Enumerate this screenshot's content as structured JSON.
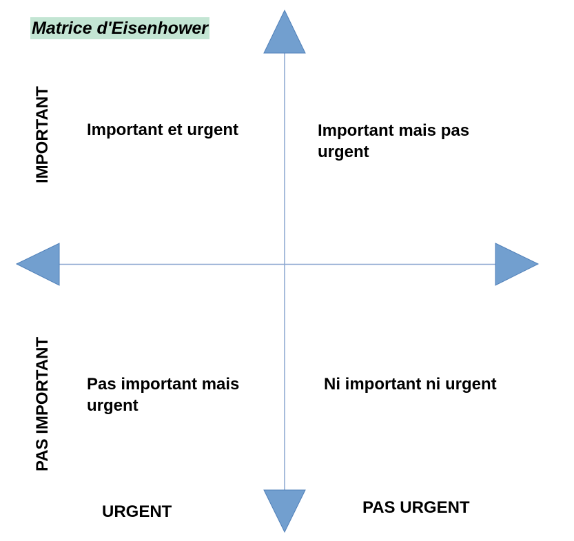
{
  "title": "Matrice d'Eisenhower",
  "colors": {
    "title_highlight": "#c3e5d3",
    "arrow_fill": "#729fcf",
    "arrow_stroke": "#4f7fb8",
    "axis_line": "#8aa6cf",
    "text": "#000000"
  },
  "vertical_axis": {
    "top_label": "IMPORTANT",
    "bottom_label": "PAS IMPORTANT"
  },
  "horizontal_axis": {
    "left_label": "URGENT",
    "right_label": "PAS URGENT"
  },
  "quadrants": {
    "top_left": "Important et urgent",
    "top_right": "Important mais pas urgent",
    "bottom_left": "Pas important mais urgent",
    "bottom_right": "Ni important ni urgent"
  }
}
